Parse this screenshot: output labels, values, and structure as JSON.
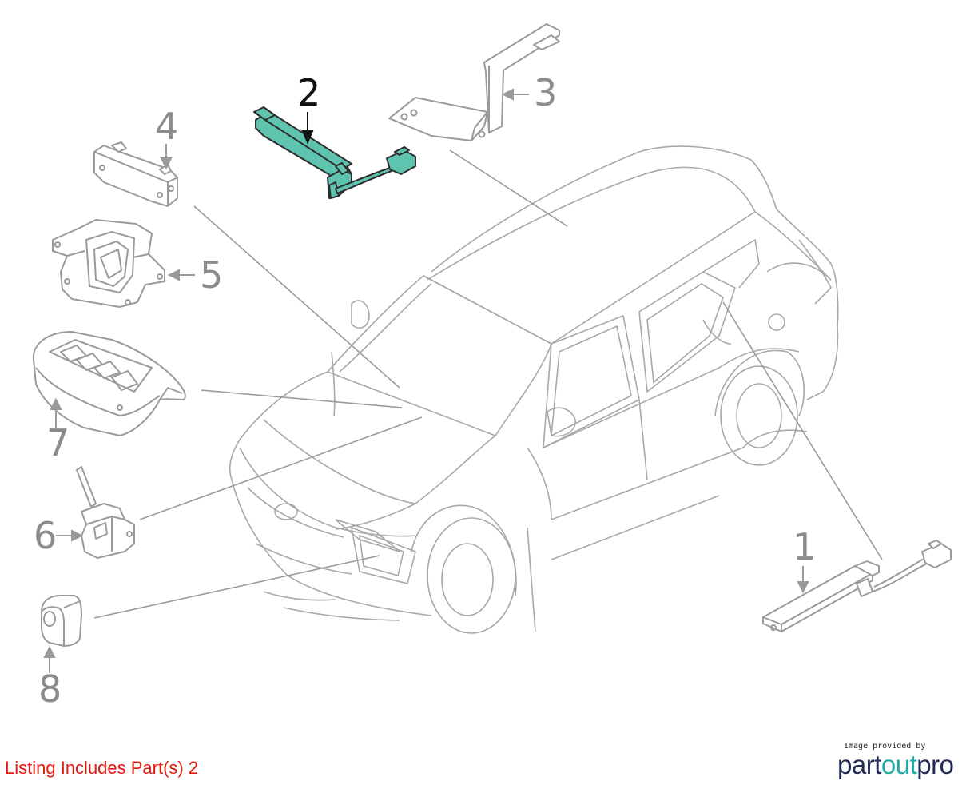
{
  "callouts": [
    {
      "id": "1",
      "highlighted": false
    },
    {
      "id": "2",
      "highlighted": true
    },
    {
      "id": "3",
      "highlighted": false
    },
    {
      "id": "4",
      "highlighted": false
    },
    {
      "id": "5",
      "highlighted": false
    },
    {
      "id": "6",
      "highlighted": false
    },
    {
      "id": "7",
      "highlighted": false
    },
    {
      "id": "8",
      "highlighted": false
    }
  ],
  "listing_text": "Listing Includes Part(s) 2",
  "credit": {
    "top_line": "Image provided by",
    "logo_part1": "part",
    "logo_part2": "out",
    "logo_part3": "pro"
  },
  "colors": {
    "highlight_fill": "#5ec4b0",
    "line_gray": "#9a9a9a",
    "listing_red": "#e3180f",
    "logo_navy": "#1f2a55",
    "logo_teal": "#27a9a6"
  }
}
